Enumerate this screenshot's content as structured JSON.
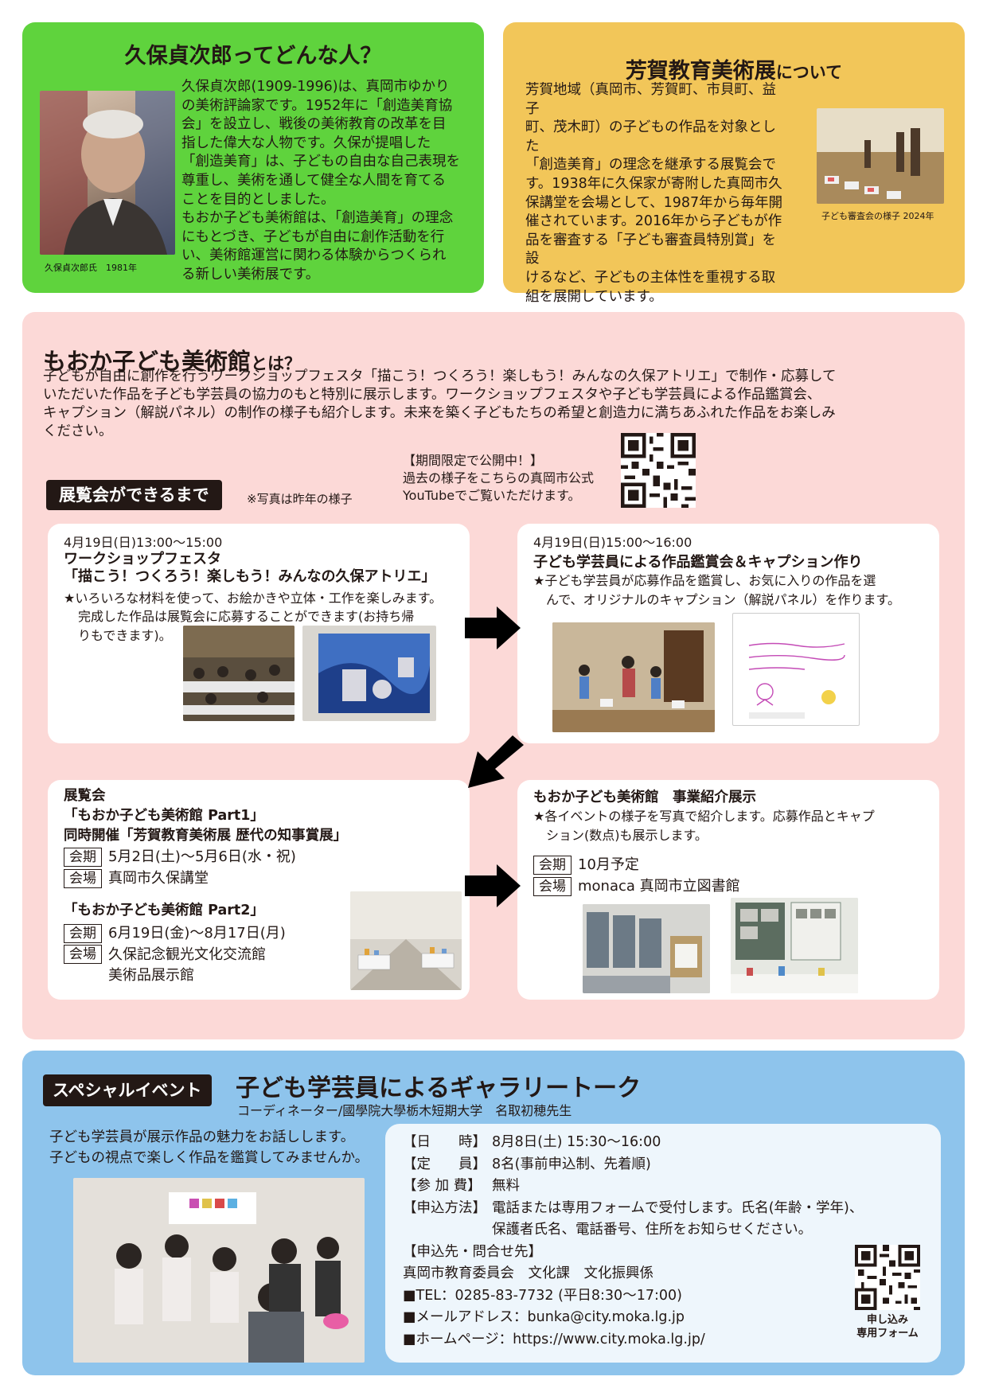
{
  "kubo": {
    "title": "久保貞次郎ってどんな人？",
    "body": "久保貞次郎(1909-1996)は、真岡市ゆかり\nの美術評論家です。1952年に「創造美育協\n会」を設立し、戦後の美術教育の改革を目\n指した偉大な人物です。久保が提唱した\n「創造美育」は、子どもの自由な自己表現を\n尊重し、美術を通して健全な人間を育てる\nことを目的としました。\nもおか子ども美術館は、「創造美育」の理念\nにもとづき、子どもが自由に創作活動を行\nい、美術館運営に関わる体験からつくられ\nる新しい美術展です。",
    "photo_caption": "久保貞次郎氏　1981年"
  },
  "haga": {
    "title_main": "芳賀教育美術展",
    "title_suffix": "について",
    "body": "芳賀地域（真岡市、芳賀町、市貝町、益子\n町、茂木町）の子どもの作品を対象とした\n「創造美育」の理念を継承する展覧会で\nす。1938年に久保家が寄附した真岡市久\n保講堂を会場として、1987年から毎年開\n催されています。2016年から子どもが作\n品を審査する「子ども審査員特別賞」を設\nけるなど、子どもの主体性を重視する取\n組を展開しています。",
    "photo_caption": "子ども審査会の様子 2024年"
  },
  "about": {
    "title_main": "もおか子ども美術館",
    "title_suffix": "とは？",
    "body": "子どもが自由に創作を行うワークショップフェスタ「描こう！つくろう！楽しもう！みんなの久保アトリエ」で制作・応募して\nいただいた作品を子ども学芸員の協力のもと特別に展示します。ワークショップフェスタや子ども学芸員による作品鑑賞会、\nキャプション（解説パネル）の制作の様子も紹介します。未来を築く子どもたちの希望と創造力に満ちあふれた作品をお楽しみ\nください。",
    "youtube_note": "【期間限定で公開中！】\n過去の様子をこちらの真岡市公式\nYouTubeでご覧いただけます。",
    "flow_label": "展覧会ができるまで",
    "flow_note": "※写真は昨年の様子"
  },
  "step1": {
    "date": "4月19日(日)13:00〜15:00",
    "title": "ワークショップフェスタ\n「描こう！つくろう！楽しもう！みんなの久保アトリエ」",
    "desc": "★いろいろな材料を使って、お絵かきや立体・工作を楽しみます。",
    "desc2": "完成した作品は展覧会に応募することができます(お持ち帰\nりもできます)。"
  },
  "step2": {
    "date": "4月19日(日)15:00〜16:00",
    "title": "子ども学芸員による作品鑑賞会＆キャプション作り",
    "desc": "★子ども学芸員が応募作品を鑑賞し、お気に入りの作品を選\n　んで、オリジナルのキャプション（解説パネル）を作ります。"
  },
  "step3": {
    "head": "展覧会\n「もおか子ども美術館 Part1」\n同時開催「芳賀教育美術展 歴代の知事賞展」",
    "period_label": "会期",
    "period1": "5月2日(土)〜5月6日(水・祝)",
    "venue_label": "会場",
    "venue1": "真岡市久保講堂",
    "part2": "「もおか子ども美術館 Part2」",
    "period2": "6月19日(金)〜8月17日(月)",
    "venue2": "久保記念観光文化交流館\n美術品展示館"
  },
  "step4": {
    "title": "もおか子ども美術館　事業紹介展示",
    "desc": "★各イベントの様子を写真で紹介します。応募作品とキャプ\n　ション(数点)も展示します。",
    "period_label": "会期",
    "period": "10月予定",
    "venue_label": "会場",
    "venue": "monaca 真岡市立図書館"
  },
  "special": {
    "badge": "スペシャルイベント",
    "title": "子ども学芸員によるギャラリートーク",
    "coordinator": "コーディネーター/國學院大學栃木短期大学　名取初穂先生",
    "intro": "子ども学芸員が展示作品の魅力をお話しします。\n子どもの視点で楽しく作品を鑑賞してみませんか。",
    "rows": [
      {
        "label": "【日　　時】",
        "value": "8月8日(土) 15:30〜16:00"
      },
      {
        "label": "【定　　員】",
        "value": "8名(事前申込制、先着順)"
      },
      {
        "label": "【参 加 費】",
        "value": "無料"
      },
      {
        "label": "【申込方法】",
        "value": "電話または専用フォームで受付します。氏名(年齢・学年)、"
      },
      {
        "label": "",
        "value": "保護者氏名、電話番号、住所をお知らせください。"
      }
    ],
    "contact_head": "【申込先・問合せ先】",
    "contact_org": "真岡市教育委員会　文化課　文化振興係",
    "tel": "■TEL：0285-83-7732 (平日8:30〜17:00)",
    "mail": "■メールアドレス：bunka@city.moka.lg.jp",
    "web": "■ホームページ：https://www.city.moka.lg.jp/",
    "qr_caption": "申し込み\n専用フォーム"
  },
  "colors": {
    "green": "#5fd33d",
    "yellow": "#f2c659",
    "pink": "#fcd9d7",
    "blue": "#8ec4ec",
    "dark": "#231815"
  }
}
